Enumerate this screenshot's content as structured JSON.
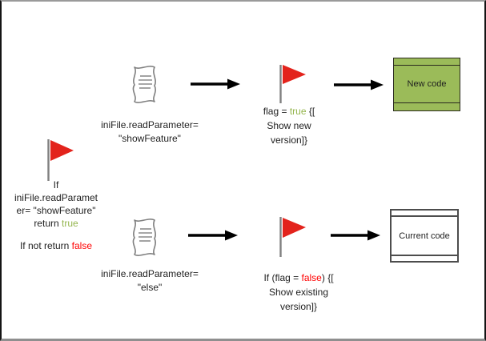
{
  "colors": {
    "green": "#94B54D",
    "red": "#FF0000",
    "flag_red": "#E3231C",
    "box_green": "#9BBB59"
  },
  "top_flow": {
    "config_label_lines": [
      "iniFile.readParameter=",
      "\"showFeature\""
    ],
    "flag_caption_lines": [
      [
        {
          "t": "flag = "
        },
        {
          "t": "true",
          "c": "green"
        },
        {
          "t": " {["
        }
      ],
      [
        {
          "t": "Show new"
        }
      ],
      [
        {
          "t": "version]}"
        }
      ]
    ],
    "result_label": "New code"
  },
  "condition_note": {
    "lines": [
      [
        {
          "t": "If"
        }
      ],
      [
        {
          "t": "iniFile.readParamet"
        }
      ],
      [
        {
          "t": "er= \"showFeature\""
        }
      ],
      [
        {
          "t": "return "
        },
        {
          "t": "true",
          "c": "green"
        }
      ]
    ],
    "footer_line": [
      {
        "t": "If not return "
      },
      {
        "t": "false",
        "c": "red"
      }
    ]
  },
  "bottom_flow": {
    "config_label_lines": [
      "iniFile.readParameter=",
      "\"else\""
    ],
    "flag_caption_lines": [
      [
        {
          "t": "If (flag = "
        },
        {
          "t": "false",
          "c": "red"
        },
        {
          "t": ") {["
        }
      ],
      [
        {
          "t": "Show existing"
        }
      ],
      [
        {
          "t": "version]}"
        }
      ]
    ],
    "result_label": "Current code"
  }
}
